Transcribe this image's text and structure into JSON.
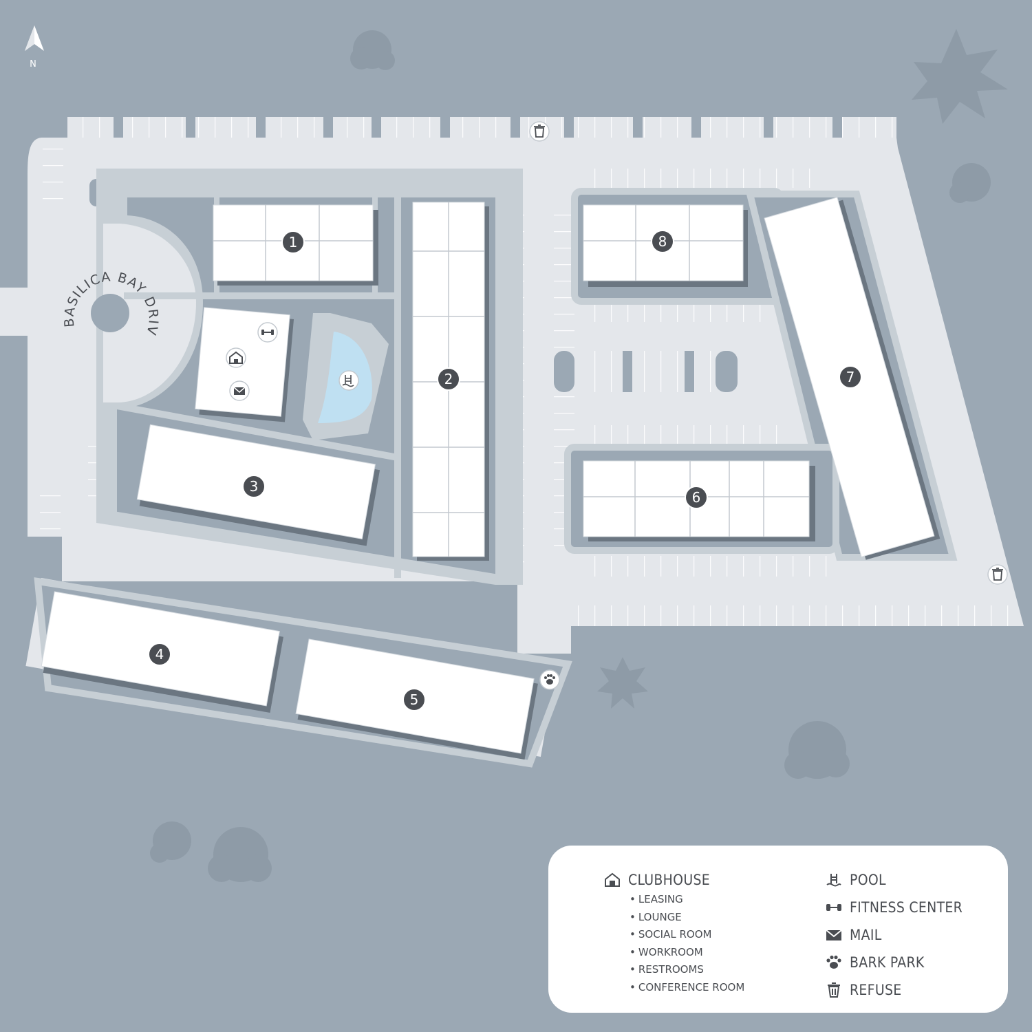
{
  "map": {
    "street_name": "BASILICA BAY DRIVE",
    "north_label": "N",
    "colors": {
      "background": "#9ba8b4",
      "pavement": "#e4e7eb",
      "walkway": "#c7cfd5",
      "building": "#ffffff",
      "shadow": "#6b7681",
      "pool": "#bfe0f2",
      "marker": "#4a4d52"
    },
    "buildings": [
      {
        "number": "1"
      },
      {
        "number": "2"
      },
      {
        "number": "3"
      },
      {
        "number": "4"
      },
      {
        "number": "5"
      },
      {
        "number": "6"
      },
      {
        "number": "7"
      },
      {
        "number": "8"
      }
    ]
  },
  "legend": {
    "clubhouse": {
      "label": "CLUBHOUSE",
      "icon": "clubhouse-icon",
      "items": [
        "LEASING",
        "LOUNGE",
        "SOCIAL ROOM",
        "WORKROOM",
        "RESTROOMS",
        "CONFERENCE ROOM"
      ]
    },
    "amenities": [
      {
        "label": "POOL",
        "icon": "pool-icon"
      },
      {
        "label": "FITNESS CENTER",
        "icon": "fitness-icon"
      },
      {
        "label": "MAIL",
        "icon": "mail-icon"
      },
      {
        "label": "BARK PARK",
        "icon": "paw-icon"
      },
      {
        "label": "REFUSE",
        "icon": "trash-icon"
      }
    ]
  }
}
